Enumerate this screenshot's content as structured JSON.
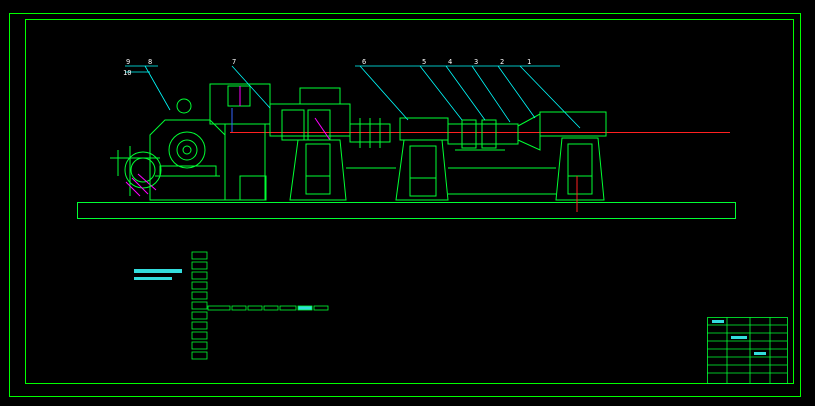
{
  "colors": {
    "background": "#000000",
    "frame": "#00ff00",
    "machine": "#00ff33",
    "leader": "#00ffff",
    "axis": "#ff2020",
    "accent": "#ff00ff",
    "text": "#ffffff"
  },
  "part_labels": [
    "1",
    "2",
    "3",
    "4",
    "5",
    "6",
    "7",
    "8",
    "9",
    "10"
  ]
}
